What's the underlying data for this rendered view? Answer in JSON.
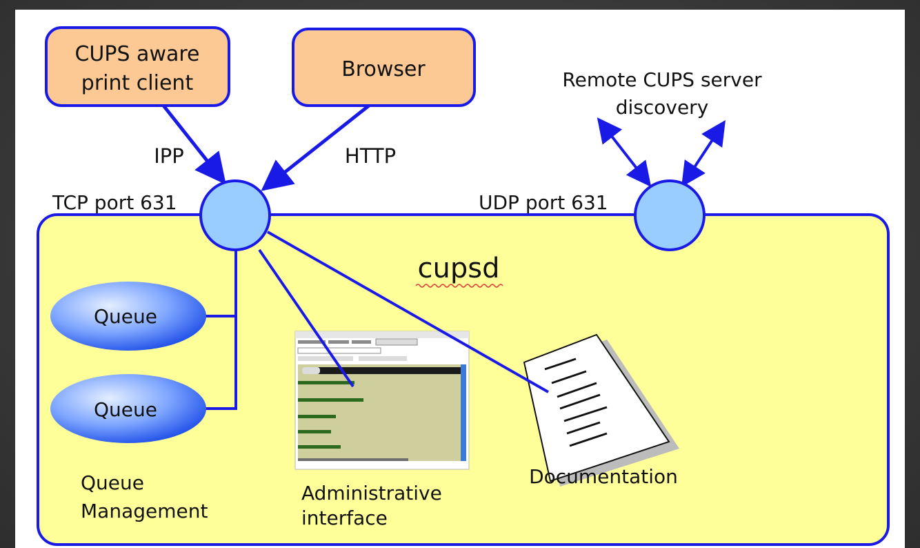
{
  "nodes": {
    "cups_client": {
      "line1": "CUPS aware",
      "line2": "print client"
    },
    "browser": {
      "label": "Browser"
    },
    "remote_discovery": {
      "line1": "Remote CUPS server",
      "line2": "discovery"
    },
    "tcp_port": {
      "label": "TCP port 631"
    },
    "udp_port": {
      "label": "UDP port 631"
    },
    "daemon": {
      "label": "cupsd"
    },
    "queue_1": {
      "label": "Queue"
    },
    "queue_2": {
      "label": "Queue"
    },
    "queue_management": {
      "line1": "Queue",
      "line2": "Management"
    },
    "admin_interface": {
      "line1": "Administrative",
      "line2": "interface"
    },
    "documentation": {
      "label": "Documentation"
    }
  },
  "edges": {
    "ipp": {
      "label": "IPP"
    },
    "http": {
      "label": "HTTP"
    }
  },
  "colors": {
    "box_fill": "#fcc995",
    "box_stroke": "#1a1ae6",
    "daemon_fill": "#ffff99",
    "port_fill": "#99ccff",
    "line": "#1a1ae6",
    "queue_light": "#c8dcff",
    "queue_dark": "#2a5cf0",
    "admin_bg": "#cfcf9e",
    "admin_tab": "#1b1b1b"
  }
}
